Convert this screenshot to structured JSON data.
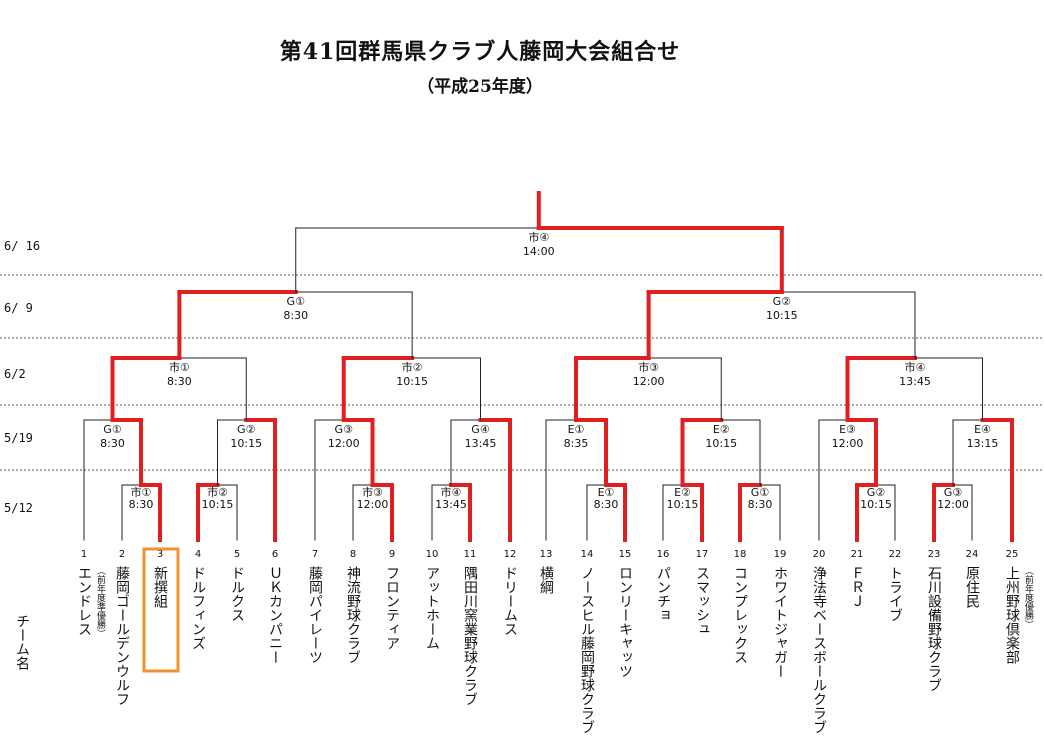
{
  "title": "第41回群馬県クラブ人藤岡大会組合せ",
  "subtitle": "（平成25年度）",
  "team_header": "チーム名",
  "dates": [
    "6/ 16",
    "6/ 9",
    "6/2",
    "5/19",
    "5/12"
  ],
  "colors": {
    "advance": "#e02020",
    "line": "#222222",
    "highlight": "#f0922e",
    "dotted": "#555555"
  },
  "teams": [
    {
      "no": "1",
      "name": "エンドレス",
      "note": "（前年度準優勝）"
    },
    {
      "no": "2",
      "name": "藤岡ゴールデンウルフ"
    },
    {
      "no": "3",
      "name": "新撰組",
      "highlight": true
    },
    {
      "no": "4",
      "name": "ドルフィンズ"
    },
    {
      "no": "5",
      "name": "ドルクス"
    },
    {
      "no": "6",
      "name": "ＵＫカンパニー"
    },
    {
      "no": "7",
      "name": "藤岡パイレーツ"
    },
    {
      "no": "8",
      "name": "神流野球クラブ"
    },
    {
      "no": "9",
      "name": "フロンティア"
    },
    {
      "no": "10",
      "name": "アットホーム"
    },
    {
      "no": "11",
      "name": "隅田川窯業野球クラブ"
    },
    {
      "no": "12",
      "name": "ドリームス"
    },
    {
      "no": "13",
      "name": "横綱"
    },
    {
      "no": "14",
      "name": "ノースヒル藤岡野球クラブ"
    },
    {
      "no": "15",
      "name": "ロンリーキャッツ"
    },
    {
      "no": "16",
      "name": "パンチョ"
    },
    {
      "no": "17",
      "name": "スマッシュ"
    },
    {
      "no": "18",
      "name": "コンプレックス"
    },
    {
      "no": "19",
      "name": "ホワイトジャガー"
    },
    {
      "no": "20",
      "name": "浄法寺ベースボールクラブ"
    },
    {
      "no": "21",
      "name": "ＦＲＪ"
    },
    {
      "no": "22",
      "name": "トライブ"
    },
    {
      "no": "23",
      "name": "石川設備野球クラブ"
    },
    {
      "no": "24",
      "name": "原住民"
    },
    {
      "no": "25",
      "name": "上州野球倶楽部",
      "note": "（前年度優勝）"
    }
  ],
  "matches": [
    {
      "id": "m0a",
      "venue": "市①",
      "time": "8:30"
    },
    {
      "id": "m0b",
      "venue": "市②",
      "time": "10:15"
    },
    {
      "id": "m0c",
      "venue": "市③",
      "time": "12:00"
    },
    {
      "id": "m0d",
      "venue": "市④",
      "time": "13:45"
    },
    {
      "id": "m0e",
      "venue": "E①",
      "time": "8:30"
    },
    {
      "id": "m0f",
      "venue": "E②",
      "time": "10:15"
    },
    {
      "id": "m0g",
      "venue": "G①",
      "time": "8:30"
    },
    {
      "id": "m0h",
      "venue": "G②",
      "time": "10:15"
    },
    {
      "id": "m0i",
      "venue": "G③",
      "time": "12:00"
    },
    {
      "id": "m1a",
      "venue": "G①",
      "time": "8:30"
    },
    {
      "id": "m1b",
      "venue": "G②",
      "time": "10:15"
    },
    {
      "id": "m1c",
      "venue": "G③",
      "time": "12:00"
    },
    {
      "id": "m1d",
      "venue": "G④",
      "time": "13:45"
    },
    {
      "id": "m1e",
      "venue": "E①",
      "time": "8:35"
    },
    {
      "id": "m1f",
      "venue": "E②",
      "time": "10:15"
    },
    {
      "id": "m1g",
      "venue": "E③",
      "time": "12:00"
    },
    {
      "id": "m1h",
      "venue": "E④",
      "time": "13:15"
    },
    {
      "id": "m2a",
      "venue": "市①",
      "time": "8:30"
    },
    {
      "id": "m2b",
      "venue": "市②",
      "time": "10:15"
    },
    {
      "id": "m2c",
      "venue": "市③",
      "time": "12:00"
    },
    {
      "id": "m2d",
      "venue": "市④",
      "time": "13:45"
    },
    {
      "id": "m3a",
      "venue": "G①",
      "time": "8:30"
    },
    {
      "id": "m3b",
      "venue": "G②",
      "time": "10:15"
    },
    {
      "id": "m4",
      "venue": "市④",
      "time": "14:00"
    }
  ]
}
